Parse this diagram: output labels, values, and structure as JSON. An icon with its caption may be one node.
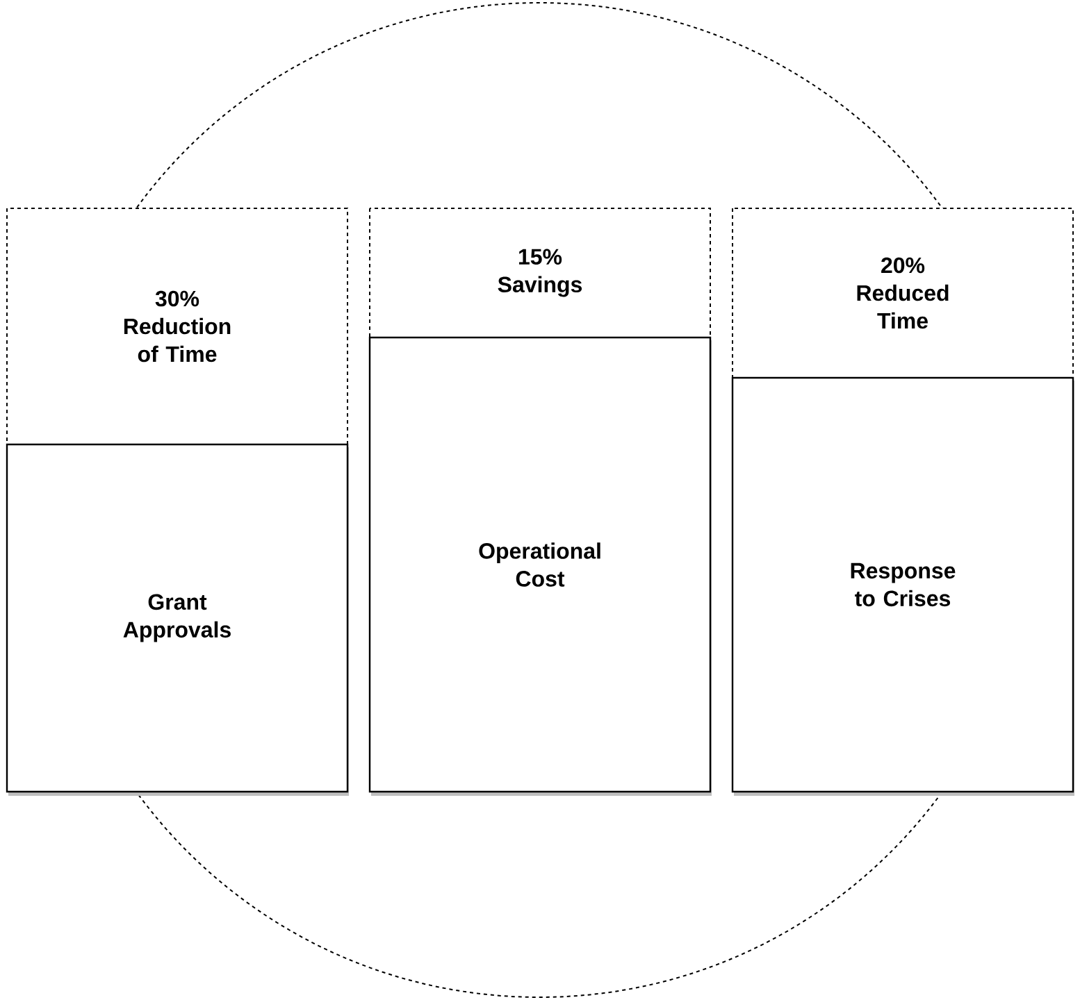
{
  "diagram": {
    "nodes": [
      {
        "text": [
          "30% Reduction of Time"
        ]
      },
      {
        "text": [
          "Grant Approvals"
        ]
      },
      {
        "text": [
          "15% Savings"
        ]
      },
      {
        "text": [
          "Operational Cost"
        ]
      },
      {
        "text": [
          "20% Reduced Time"
        ]
      },
      {
        "text": [
          "Response to Crises"
        ]
      }
    ]
  }
}
